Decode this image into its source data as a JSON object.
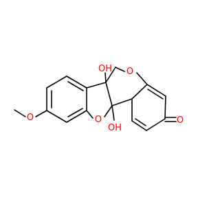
{
  "molecule": {
    "colors": {
      "bond": "#000000",
      "oxygen": "#ff0000",
      "background": "#ffffff"
    },
    "atoms": {
      "oh_top": "OH",
      "oh_bottom": "OH",
      "o_methoxy": "O",
      "o_furan": "O",
      "o_pyran": "O",
      "o_ketone": "O"
    }
  }
}
